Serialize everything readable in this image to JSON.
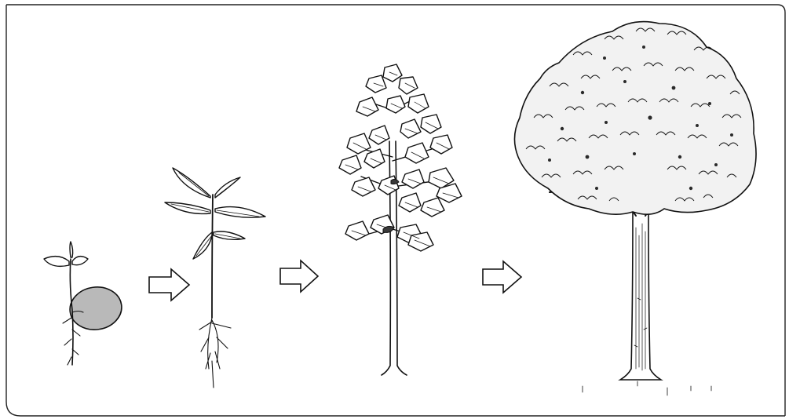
{
  "figure": {
    "stages": [
      {
        "id": "germinating-seed",
        "icon": "seed-icon"
      },
      {
        "id": "seedling",
        "icon": "seedling-icon"
      },
      {
        "id": "sapling",
        "icon": "sapling-icon"
      },
      {
        "id": "mature-tree",
        "icon": "tree-icon"
      }
    ],
    "arrows": [
      "arrow-icon",
      "arrow-icon",
      "arrow-icon"
    ],
    "colors": {
      "ink": "#111111",
      "seed_fill": "#b9b9b9",
      "background": "#ffffff"
    }
  }
}
